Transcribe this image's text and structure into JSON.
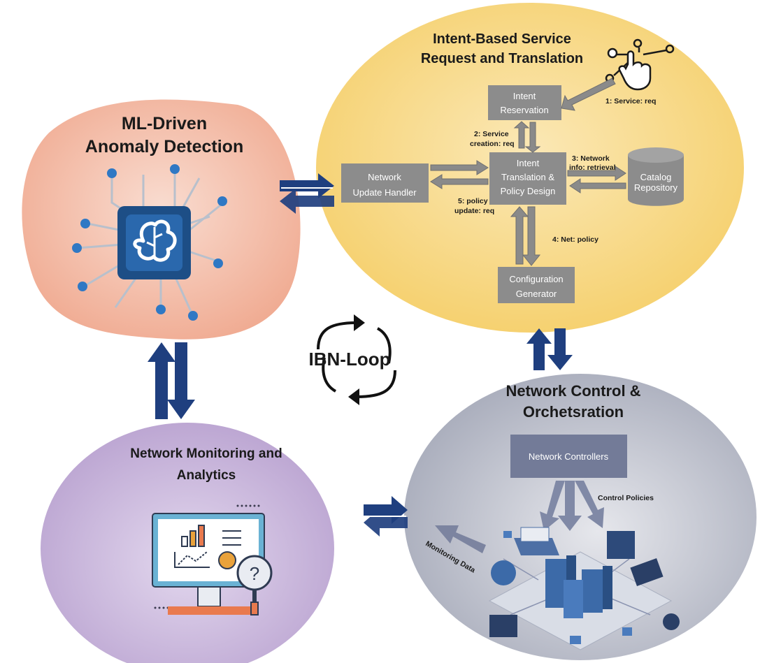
{
  "colors": {
    "ml_region": "#f3b9a3",
    "intent_region": "#f7d77a",
    "control_region": "#b9bdca",
    "monitoring_region": "#c7b4d9",
    "process_box": "#8c8c8c",
    "loop_arrow": "#1f3f7f"
  },
  "regions": {
    "ml": {
      "title_line1": "ML-Driven",
      "title_line2": "Anomaly Detection",
      "icon": "brain-chip-icon"
    },
    "intent": {
      "title_line1": "Intent-Based Service",
      "title_line2": "Request and Translation",
      "icon": "touch-network-icon"
    },
    "control": {
      "title_line1": "Network Control &",
      "title_line2": "Orchetsration",
      "icon": "datacenter-isometric-icon"
    },
    "monitoring": {
      "title_line1": "Network Monitoring and",
      "title_line2": "Analytics",
      "icon": "analytics-monitor-icon"
    }
  },
  "center_label": "IBN-Loop",
  "boxes": {
    "intent_reservation": {
      "line1": "Intent",
      "line2": "Reservation"
    },
    "intent_translation": {
      "line1": "Intent",
      "line2": "Translation &",
      "line3": "Policy Design"
    },
    "network_update_handler": {
      "line1": "Network",
      "line2": "Update Handler"
    },
    "catalog_repository": {
      "line1": "Catalog",
      "line2": "Repository"
    },
    "configuration_generator": {
      "line1": "Configuration",
      "line2": "Generator"
    },
    "network_controllers": {
      "label": "Network Controllers"
    }
  },
  "steps": {
    "s1": "1: Service: req",
    "s2_line1": "2: Service",
    "s2_line2": "creation: req",
    "s3_line1": "3: Network",
    "s3_line2": "info: retrieval",
    "s4": "4: Net: policy",
    "s5_line1": "5: policy",
    "s5_line2": "update: req"
  },
  "annotations": {
    "control_policies": "Control Policies",
    "monitoring_data": "Monitoring Data"
  }
}
